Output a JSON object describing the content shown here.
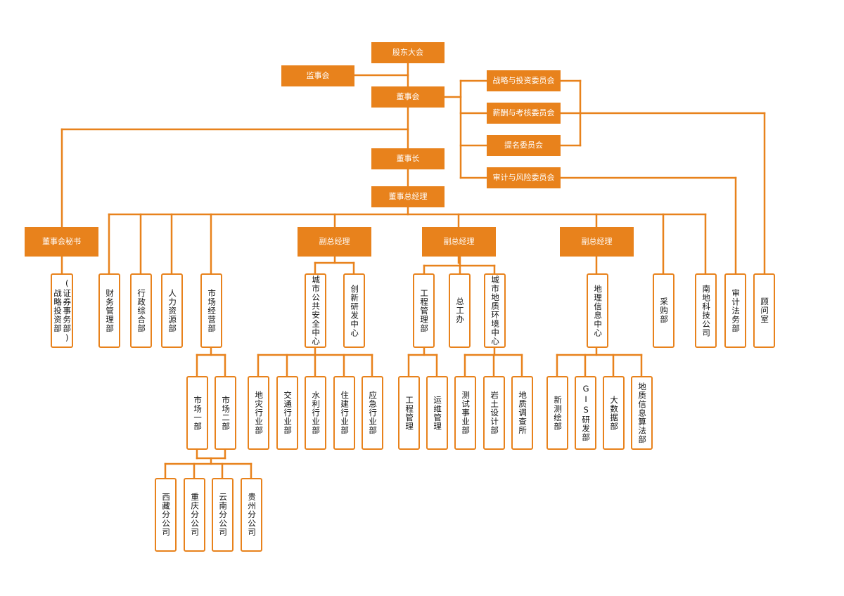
{
  "colors": {
    "accent": "#E8821C",
    "node_text_light": "#ffffff",
    "node_text_dark": "#111111",
    "background": "#ffffff"
  },
  "nodes": {
    "gudong_dahui": "股东大会",
    "jianshihui": "监事会",
    "dongshihui": "董事会",
    "zhanlue_weiyuanhui": "战略与投资委员会",
    "xinchou_weiyuanhui": "薪酬与考核委员会",
    "timing_weiyuanhui": "提名委员会",
    "shenji_weiyuanhui": "审计与风险委员会",
    "dongshizhang": "董事长",
    "dongshi_zongjingli": "董事总经理",
    "dongshihui_mishu": "董事会秘书",
    "fuzongjingli_1": "副总经理",
    "fuzongjingli_2": "副总经理",
    "fuzongjingli_3": "副总经理",
    "zhengquan_bu": "(证券事务部)战略投资部",
    "caiwu_bu": "财务管理部",
    "xingzheng_bu": "行政综合部",
    "renli_bu": "人力资源部",
    "shichang_bu": "市场经营部",
    "chengshi_anquan": "城市公共安全中心",
    "chuangxin_yanfa": "创新研发中心",
    "gongcheng_guanli_bu": "工程管理部",
    "zonggong_ban": "总工办",
    "chengshi_dizhi": "城市地质环境中心",
    "dili_xinxi": "地理信息中心",
    "caigou_bu": "采购部",
    "nandi_keji": "南地科技公司",
    "shenji_fawu": "审计法务部",
    "guwen_shi": "顾问室",
    "shichang_1": "市场一部",
    "shichang_2": "市场二部",
    "dizai": "地灾行业部",
    "jiaotong": "交通行业部",
    "shuili": "水利行业部",
    "zhujian": "住建行业部",
    "yingji": "应急行业部",
    "gongcheng_guanli": "工程管理",
    "yunwei_guanli": "运维管理",
    "cehui_shiye": "测试事业部",
    "yantu_sheji": "岩土设计部",
    "dizhi_diaocha": "地质调查所",
    "xin_cehui": "新测绘部",
    "gis_yanfa": "GIS研发部",
    "da_shuju": "大数据部",
    "dizhi_suanfa": "地质信息算法部",
    "xizang": "西藏分公司",
    "chongqing": "重庆分公司",
    "yunnan": "云南分公司",
    "guizhou": "贵州分公司"
  }
}
